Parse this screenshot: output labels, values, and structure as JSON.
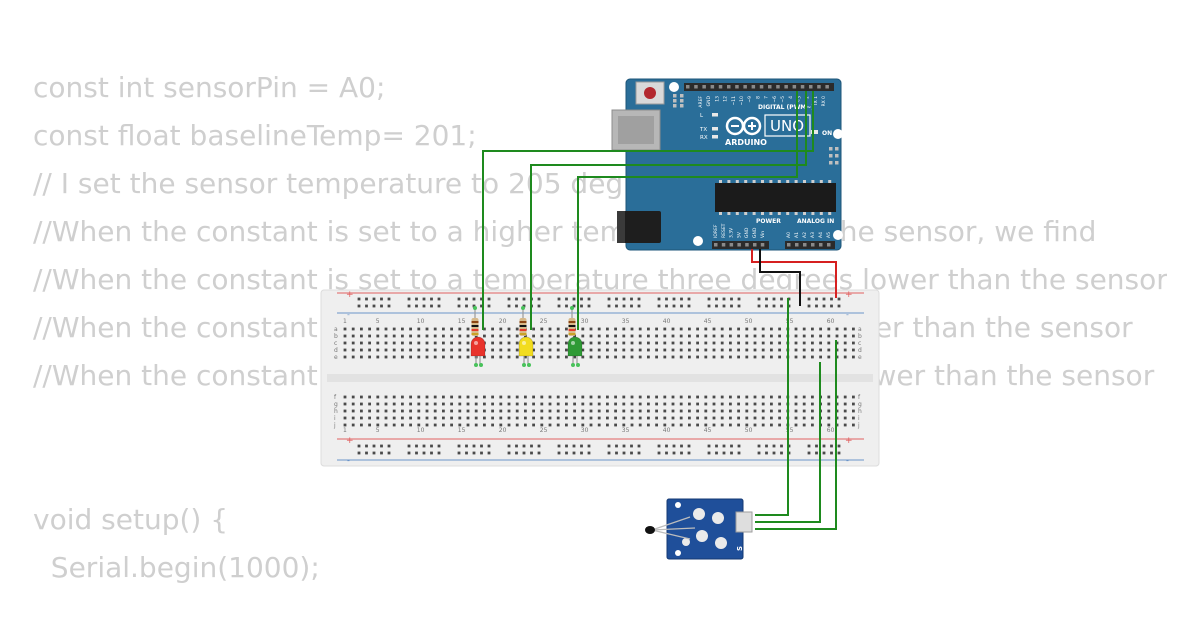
{
  "code_lines": [
    "const int sensorPin = A0;",
    "const float baselineTemp= 201;",
    "// I set the sensor temperature to 205 degrees",
    "//When the constant is set to a higher temperature than the sensor, we find",
    "//When the constant is set to a temperature three degrees lower than the sensor",
    "//When the constant is set to a temperature six degrees lower than the sensor",
    "//When the constant is set to a temperature nine degrees lower than the sensor",
    "",
    "",
    "void setup() {",
    "  Serial.begin(1000);"
  ],
  "arduino": {
    "model": "UNO",
    "brand": "ARDUINO",
    "digital_header": "DIGITAL (PWM~)",
    "analog_header": "ANALOG IN",
    "power_header": "POWER",
    "on_label": "ON",
    "led_labels": [
      "L",
      "TX",
      "RX"
    ],
    "digital_pins": [
      "AREF",
      "GND",
      "13",
      "12",
      "~11",
      "~10",
      "~9",
      "8",
      "7",
      "~6",
      "~5",
      "4",
      "~3",
      "2",
      "TX 1",
      "RX 0"
    ],
    "power_pins": [
      "IOREF",
      "RESET",
      "3.3V",
      "5V",
      "GND",
      "GND",
      "Vin"
    ],
    "analog_pins": [
      "A0",
      "A1",
      "A2",
      "A3",
      "A4",
      "A5"
    ]
  },
  "breadboard": {
    "column_numbers": [
      "1",
      "5",
      "10",
      "15",
      "20",
      "25",
      "30",
      "35",
      "40",
      "45",
      "50",
      "55",
      "60"
    ],
    "row_letters_top": [
      "a",
      "b",
      "c",
      "d",
      "e"
    ],
    "row_letters_bottom": [
      "f",
      "g",
      "h",
      "i",
      "j"
    ],
    "rail_plus": "+",
    "rail_minus": "-"
  },
  "leds": [
    {
      "name": "red",
      "color": "#e8332c"
    },
    {
      "name": "yellow",
      "color": "#f2dc1f"
    },
    {
      "name": "green",
      "color": "#2f9a35"
    }
  ],
  "sensor_module": {
    "pin_label": "S"
  },
  "colors": {
    "code_text": "#cfcfcf",
    "wire_green": "#1e8a1e",
    "wire_red": "#d62020",
    "wire_black": "#111111",
    "board_blue": "#2a6e99",
    "breadboard": "#efefef",
    "rail_red": "#e06060",
    "rail_blue": "#6b95c9"
  }
}
